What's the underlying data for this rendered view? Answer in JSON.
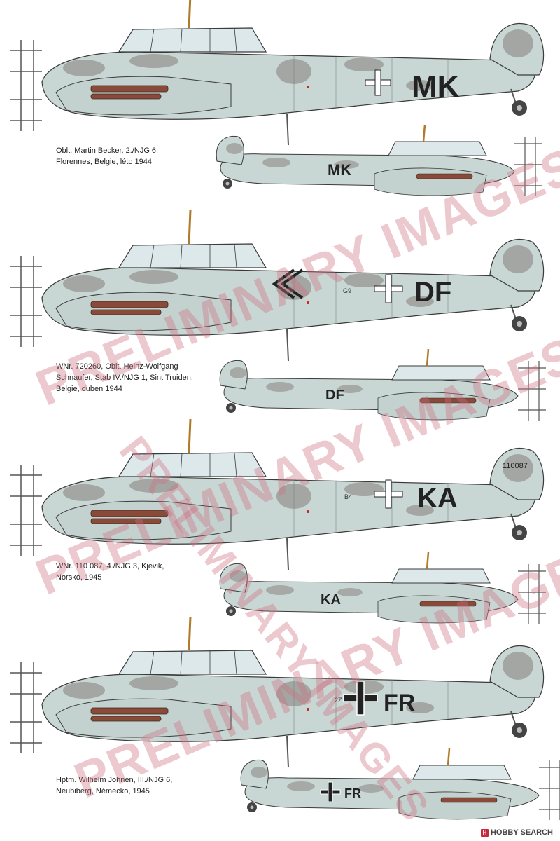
{
  "profiles": [
    {
      "caption": [
        "Oblt. Martin Becker, 2./NJG 6,",
        "Florennes, Belgie, léto 1944"
      ],
      "code": "MK",
      "codes_small": "MK",
      "numeral": "",
      "werknummer": ""
    },
    {
      "caption": [
        "WNr. 720260, Oblt. Heinz-Wolfgang",
        "Schnaufer, Stab IV./NJG 1, Sint Truiden,",
        "Belgie, duben 1944"
      ],
      "code": "DF",
      "codes_small": "DF",
      "numeral": "G9",
      "werknummer": ""
    },
    {
      "caption": [
        "WNr. 110 087, 4./NJG 3, Kjevik,",
        "Norsko, 1945"
      ],
      "code": "KA",
      "codes_small": "KA",
      "numeral": "B4",
      "werknummer": "110087"
    },
    {
      "caption": [
        "Hptm. Wilhelm Johnen, III./NJG 6,",
        "Neubiberg, Německo, 1945"
      ],
      "code": "FR",
      "codes_small": "FR",
      "numeral": "2Z",
      "werknummer": ""
    }
  ],
  "watermark": [
    "PRELIMINARY IMAGES",
    "PRELIMINARY IMAGES",
    "PRELIMINARY IMAGES",
    "PRELIMINARY IMAGES"
  ],
  "brand": {
    "logo": "HOBBY SEARCH"
  },
  "colors": {
    "fuselage": "#c9d7d4",
    "mottle": "#8f8c88",
    "outline": "#3a3a3a",
    "exhaust": "#8a4a3a",
    "canopy": "#dde8ea"
  }
}
